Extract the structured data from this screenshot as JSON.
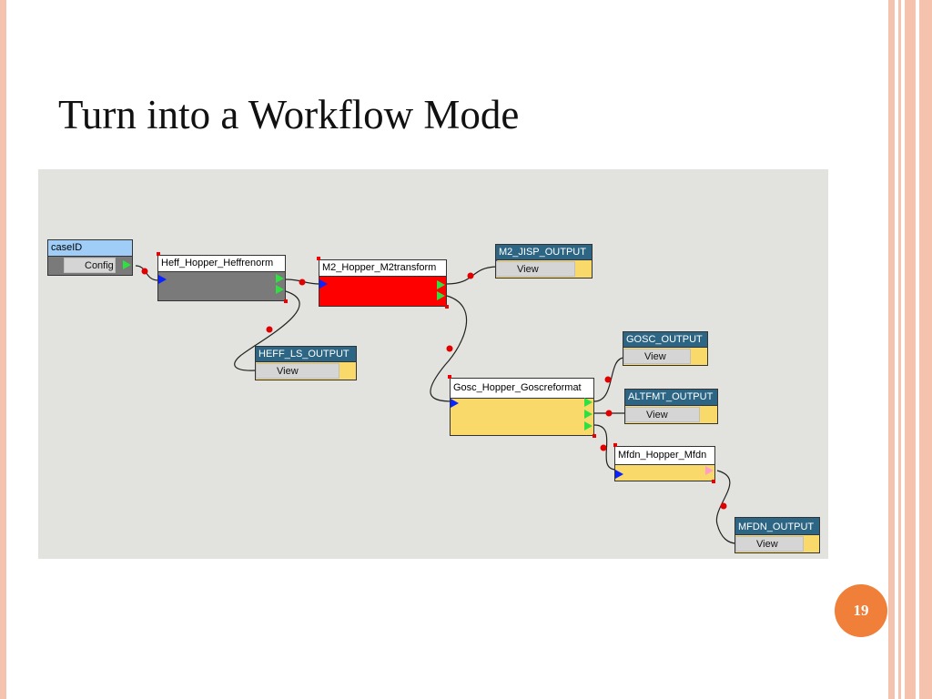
{
  "slide": {
    "title": "Turn into a Workflow Mode",
    "page_number": "19"
  },
  "nodes": {
    "caseid": {
      "title": "caseID",
      "button": "Config"
    },
    "heff": {
      "title": "Heff_Hopper_Heffrenorm"
    },
    "m2": {
      "title": "M2_Hopper_M2transform"
    },
    "m2_out": {
      "title": "M2_JISP_OUTPUT",
      "button": "View"
    },
    "heff_ls": {
      "title": "HEFF_LS_OUTPUT",
      "button": "View"
    },
    "gosc": {
      "title": "Gosc_Hopper_Goscreformat"
    },
    "gosc_out": {
      "title": "GOSC_OUTPUT",
      "button": "View"
    },
    "altfmt_out": {
      "title": "ALTFMT_OUTPUT",
      "button": "View"
    },
    "mfdn": {
      "title": "Mfdn_Hopper_Mfdn"
    },
    "mfdn_out": {
      "title": "MFDN_OUTPUT",
      "button": "View"
    }
  },
  "colors": {
    "slide_accent": "#f4c2ad",
    "page_badge": "#f07f3a",
    "canvas_bg": "#e2e2de",
    "source_header": "#9fcdf7",
    "output_header": "#2d6585",
    "output_body": "#f9d96a",
    "gray_body": "#7a7a7a",
    "red_body": "#ff0000",
    "input_port": "#0a22ff",
    "output_port": "#30e040",
    "link_dot": "#e00000"
  }
}
